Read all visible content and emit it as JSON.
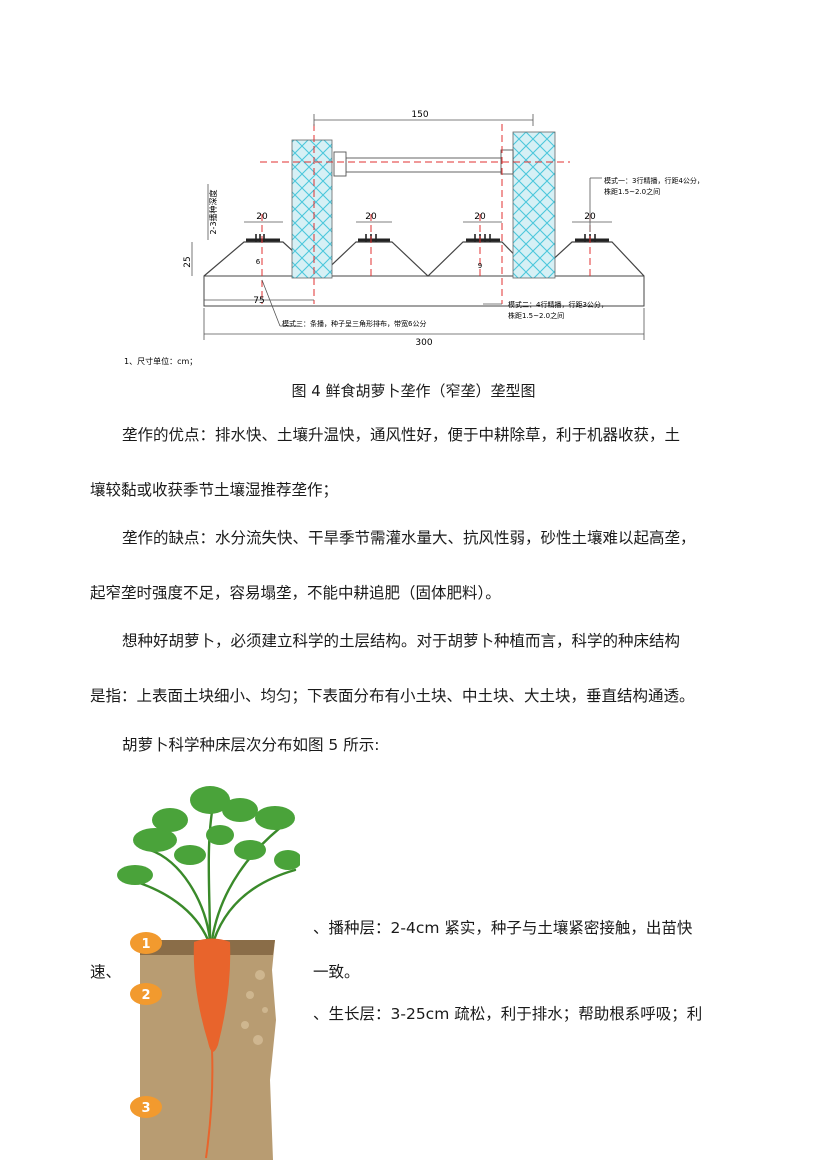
{
  "figure4": {
    "dimensions": {
      "top_width": "150",
      "depth": "2-3播种深度",
      "bed_top": "20",
      "height": "25",
      "half_width": "75",
      "total_width": "300"
    },
    "annotations": {
      "mode1_line1": "模式一：3行精播，行距4公分，",
      "mode1_line2": "株距1.5~2.0之间",
      "mode2_line1": "模式二：4行精播，行距3公分，",
      "mode2_line2": "株距1.5~2.0之间",
      "mode3": "模式三：条播，种子呈三角形排布，带宽6公分",
      "small_dim_a": "6",
      "small_dim_b": "9"
    },
    "note": "1、尺寸单位：cm；",
    "caption": "图 4 鲜食胡萝卜垄作（窄垄）垄型图"
  },
  "paragraphs": {
    "p1_line1": "垄作的优点：排水快、土壤升温快，通风性好，便于中耕除草，利于机器收获，土",
    "p1_line2": "壤较黏或收获季节土壤湿推荐垄作；",
    "p2_line1": "垄作的缺点：水分流失快、干旱季节需灌水量大、抗风性弱，砂性土壤难以起高垄，",
    "p2_line2": "起窄垄时强度不足，容易塌垄，不能中耕追肥（固体肥料）。",
    "p3_line1": "想种好胡萝卜，必须建立科学的土层结构。对于胡萝卜种植而言，科学的种床结构",
    "p3_line2": "是指：上表面土块细小、均匀；下表面分布有小土块、中土块、大土块，垂直结构通透。",
    "p4": "胡萝卜科学种床层次分布如图 5 所示:"
  },
  "figure5": {
    "markers": [
      "1",
      "2",
      "3"
    ],
    "layer1_line1": "、播种层：2-4cm 紧实，种子与土壤紧密接触，出苗快",
    "layer1_speed": "速、",
    "layer1_line2": "一致。",
    "layer2_line1": "、生长层：3-25cm 疏松，利于排水；帮助根系呼吸；利"
  },
  "colors": {
    "post_fill": "#d6f0f5",
    "post_hatch": "#4cc7dc",
    "red_guide": "#e03030",
    "soil": "#b89c72",
    "carrot": "#e8642c",
    "marker": "#f29a2e"
  }
}
